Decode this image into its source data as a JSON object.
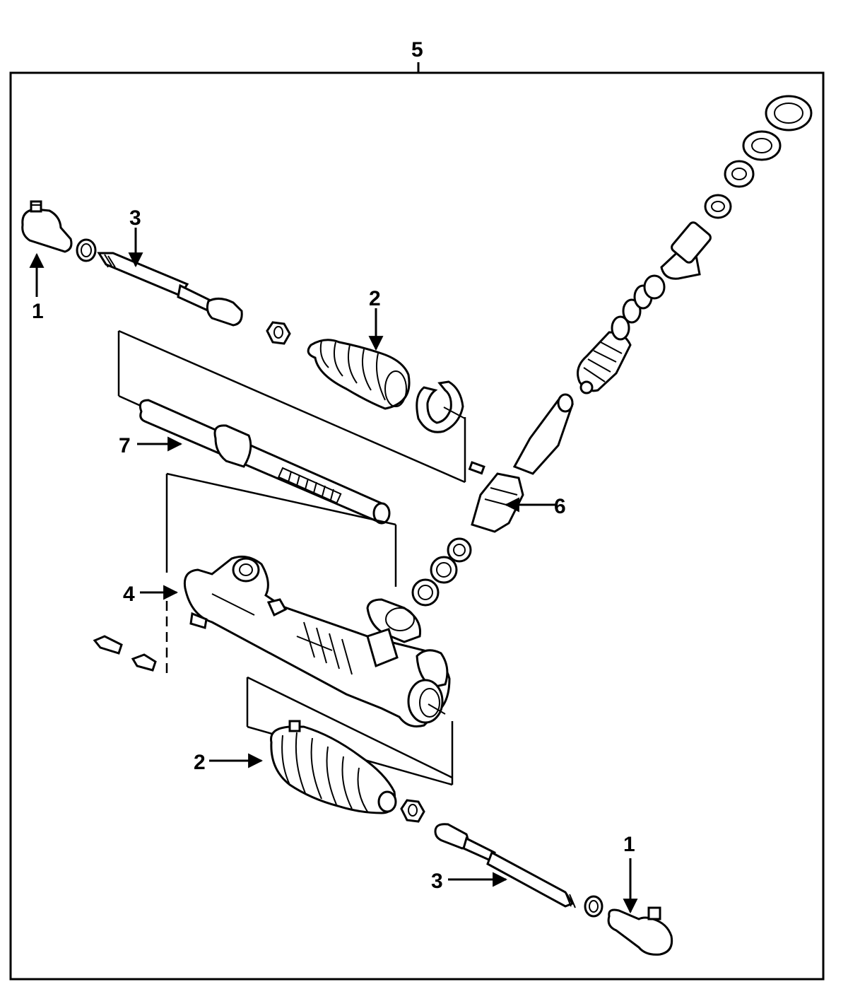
{
  "callouts": {
    "c5": "5",
    "c1_top": "1",
    "c3_top": "3",
    "c2_top": "2",
    "c7": "7",
    "c6": "6",
    "c4": "4",
    "c2_bottom": "2",
    "c3_bottom": "3",
    "c1_bottom": "1"
  },
  "colors": {
    "line": "#000000",
    "background": "#ffffff"
  }
}
